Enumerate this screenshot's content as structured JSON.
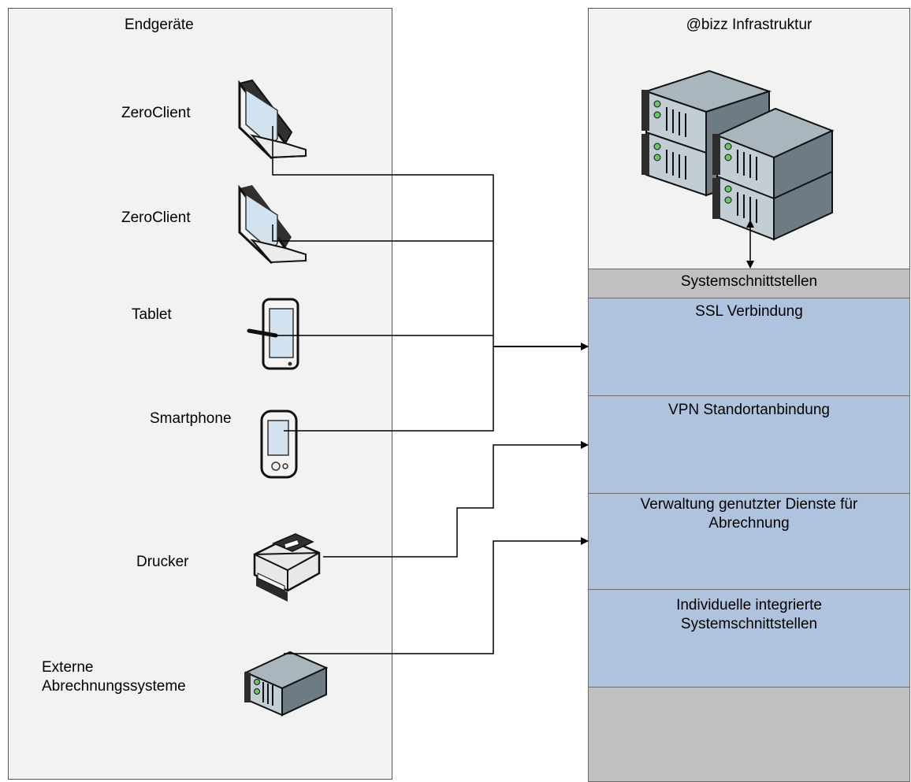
{
  "left_panel": {
    "title": "Endgeräte",
    "devices": [
      {
        "label": "ZeroClient",
        "icon": "monitor-icon"
      },
      {
        "label": "ZeroClient",
        "icon": "monitor-icon"
      },
      {
        "label": "Tablet",
        "icon": "tablet-icon"
      },
      {
        "label": "Smartphone",
        "icon": "smartphone-icon"
      },
      {
        "label": "Drucker",
        "icon": "printer-icon"
      },
      {
        "label_line1": "Externe",
        "label_line2": "Abrechnungssysteme",
        "icon": "server-icon"
      }
    ]
  },
  "right_panel": {
    "title": "@bizz Infrastruktur",
    "icon": "server-rack-icon",
    "bands": {
      "system": "Systemschnittstellen",
      "ssl": "SSL Verbindung",
      "vpn": "VPN Standortanbindung",
      "verwaltung_line1": "Verwaltung genutzter Dienste für",
      "verwaltung_line2": "Abrechnung",
      "individuell_line1": "Individuelle integrierte",
      "individuell_line2": "Systemschnittstellen"
    }
  },
  "colors": {
    "panel": "#f2f2f2",
    "band_gray": "#c0c0c0",
    "band_blue": "#b0c3de",
    "border": "#5a5a5a",
    "line": "#000000"
  }
}
